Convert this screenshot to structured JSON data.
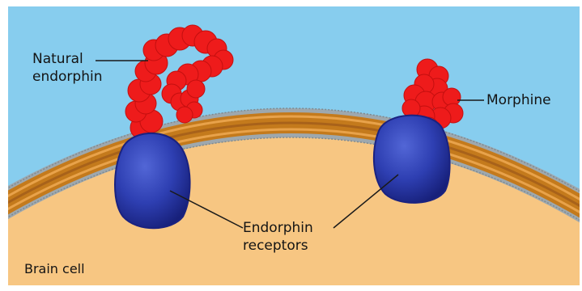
{
  "labels": {
    "natural_endorphin": [
      "Natural",
      "endorphin"
    ],
    "morphine": "Morphine",
    "endorphin_receptors": [
      "Endorphin",
      "receptors"
    ],
    "brain_cell": "Brain cell"
  },
  "colors": {
    "background_sky": "#87cdee",
    "cell_interior": "#f7c682",
    "membrane_outer": "#9ea8ae",
    "membrane_core": "#c47a1c",
    "membrane_stripe": "#e8a24a",
    "receptor": "#2e3fb2",
    "receptor_shadow": "#17207a",
    "endorphin": "#ee1b1b",
    "morphine": "#ee1b1b",
    "leader_lines": "#1a1a1a"
  }
}
